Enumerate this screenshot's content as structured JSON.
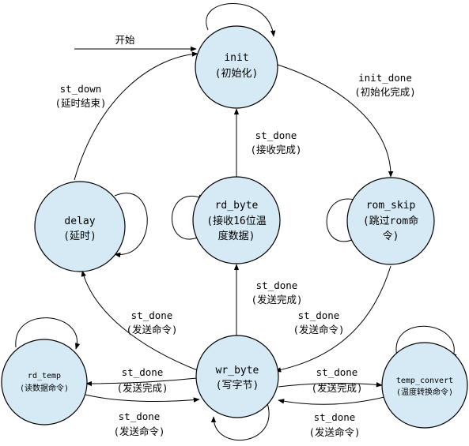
{
  "colors": {
    "state_fill": "#d6eaf5",
    "stroke": "#000000",
    "background": "#ffffff"
  },
  "states": {
    "init": {
      "name": "init",
      "desc": "(初始化)"
    },
    "delay": {
      "name": "delay",
      "desc": "(延时)"
    },
    "rd_byte": {
      "name": "rd_byte",
      "desc_line1": "(接收16位温",
      "desc_line2": "度数据)"
    },
    "rom_skip": {
      "name": "rom_skip",
      "desc_line1": "(跳过rom命",
      "desc_line2": "令)"
    },
    "wr_byte": {
      "name": "wr_byte",
      "desc": "(写字节)"
    },
    "rd_temp": {
      "name": "rd_temp",
      "desc": "(读数据命令)"
    },
    "temp_convert": {
      "name": "temp_convert",
      "desc": "(温度转换命令)"
    }
  },
  "transitions": {
    "start": {
      "label": "开始"
    },
    "delay_to_init": {
      "signal": "st_down",
      "desc": "(延时结束)"
    },
    "init_to_rom_skip": {
      "signal": "init_done",
      "desc": "(初始化完成)"
    },
    "rd_byte_to_init": {
      "signal": "st_done",
      "desc": "(接收完成)"
    },
    "wr_byte_to_rd_byte": {
      "signal": "st_done",
      "desc": "(发送完成)"
    },
    "wr_byte_to_delay": {
      "signal": "st_done",
      "desc": "(发送命令)"
    },
    "rom_skip_to_wr_byte": {
      "signal": "st_done",
      "desc": "(发送命令)"
    },
    "wr_byte_to_rd_temp": {
      "signal": "st_done",
      "desc": "(发送完成)"
    },
    "rd_temp_to_wr_byte": {
      "signal": "st_done",
      "desc": "(发送命令)"
    },
    "wr_byte_to_temp_convert": {
      "signal": "st_done",
      "desc": "(发送完成)"
    },
    "temp_convert_to_wr_byte": {
      "signal": "st_done",
      "desc": "(发送命令)"
    }
  }
}
